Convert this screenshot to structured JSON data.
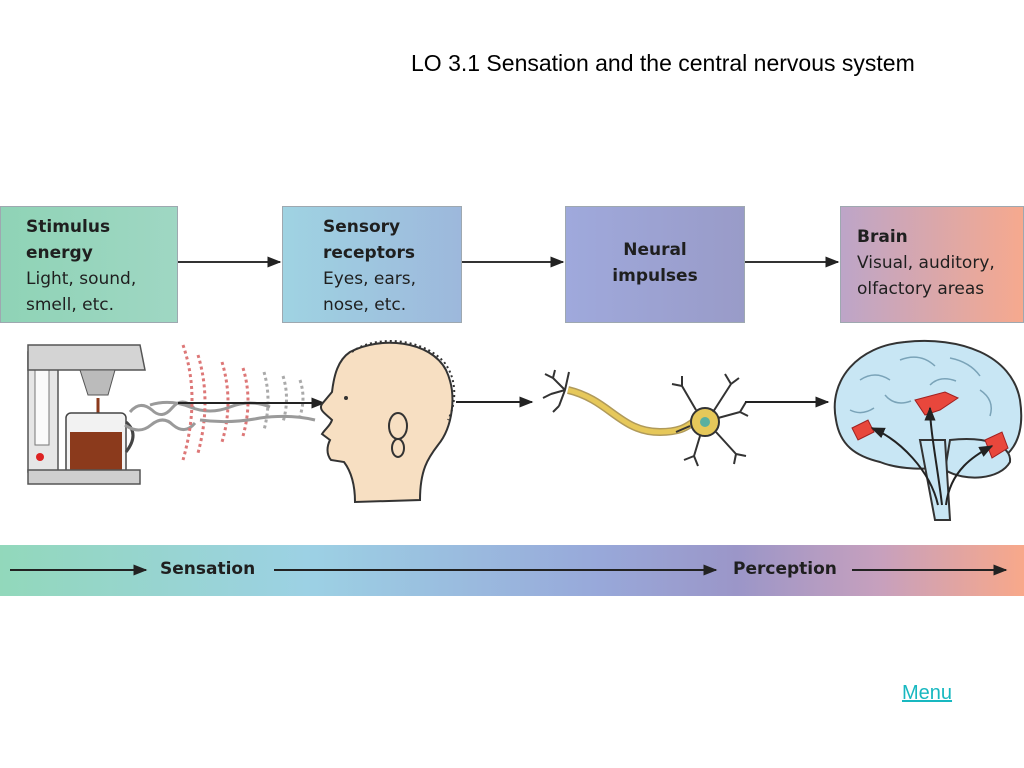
{
  "title": "LO 3.1 Sensation and the central nervous system",
  "boxes": {
    "stimulus": {
      "bold": "Stimulus\nenergy",
      "normal": "Light, sound,\nsmell, etc."
    },
    "receptors": {
      "bold": "Sensory\nreceptors",
      "normal": "Eyes, ears,\nnose, etc."
    },
    "neural": {
      "bold": "Neural\nimpulses"
    },
    "brain": {
      "bold": "Brain",
      "normal": "Visual, auditory,\nolfactory areas"
    }
  },
  "band": {
    "sensation": "Sensation",
    "perception": "Perception"
  },
  "menu": "Menu",
  "colors": {
    "band_start": "#92d8bb",
    "band_end": "#f8a88a",
    "link": "#18b8c0",
    "coffee": "#8b3a1c",
    "skin": "#f7dfc2",
    "brain": "#c8e6f4",
    "brain_areas": "#e8473c",
    "neuron": "#e6c85a"
  }
}
